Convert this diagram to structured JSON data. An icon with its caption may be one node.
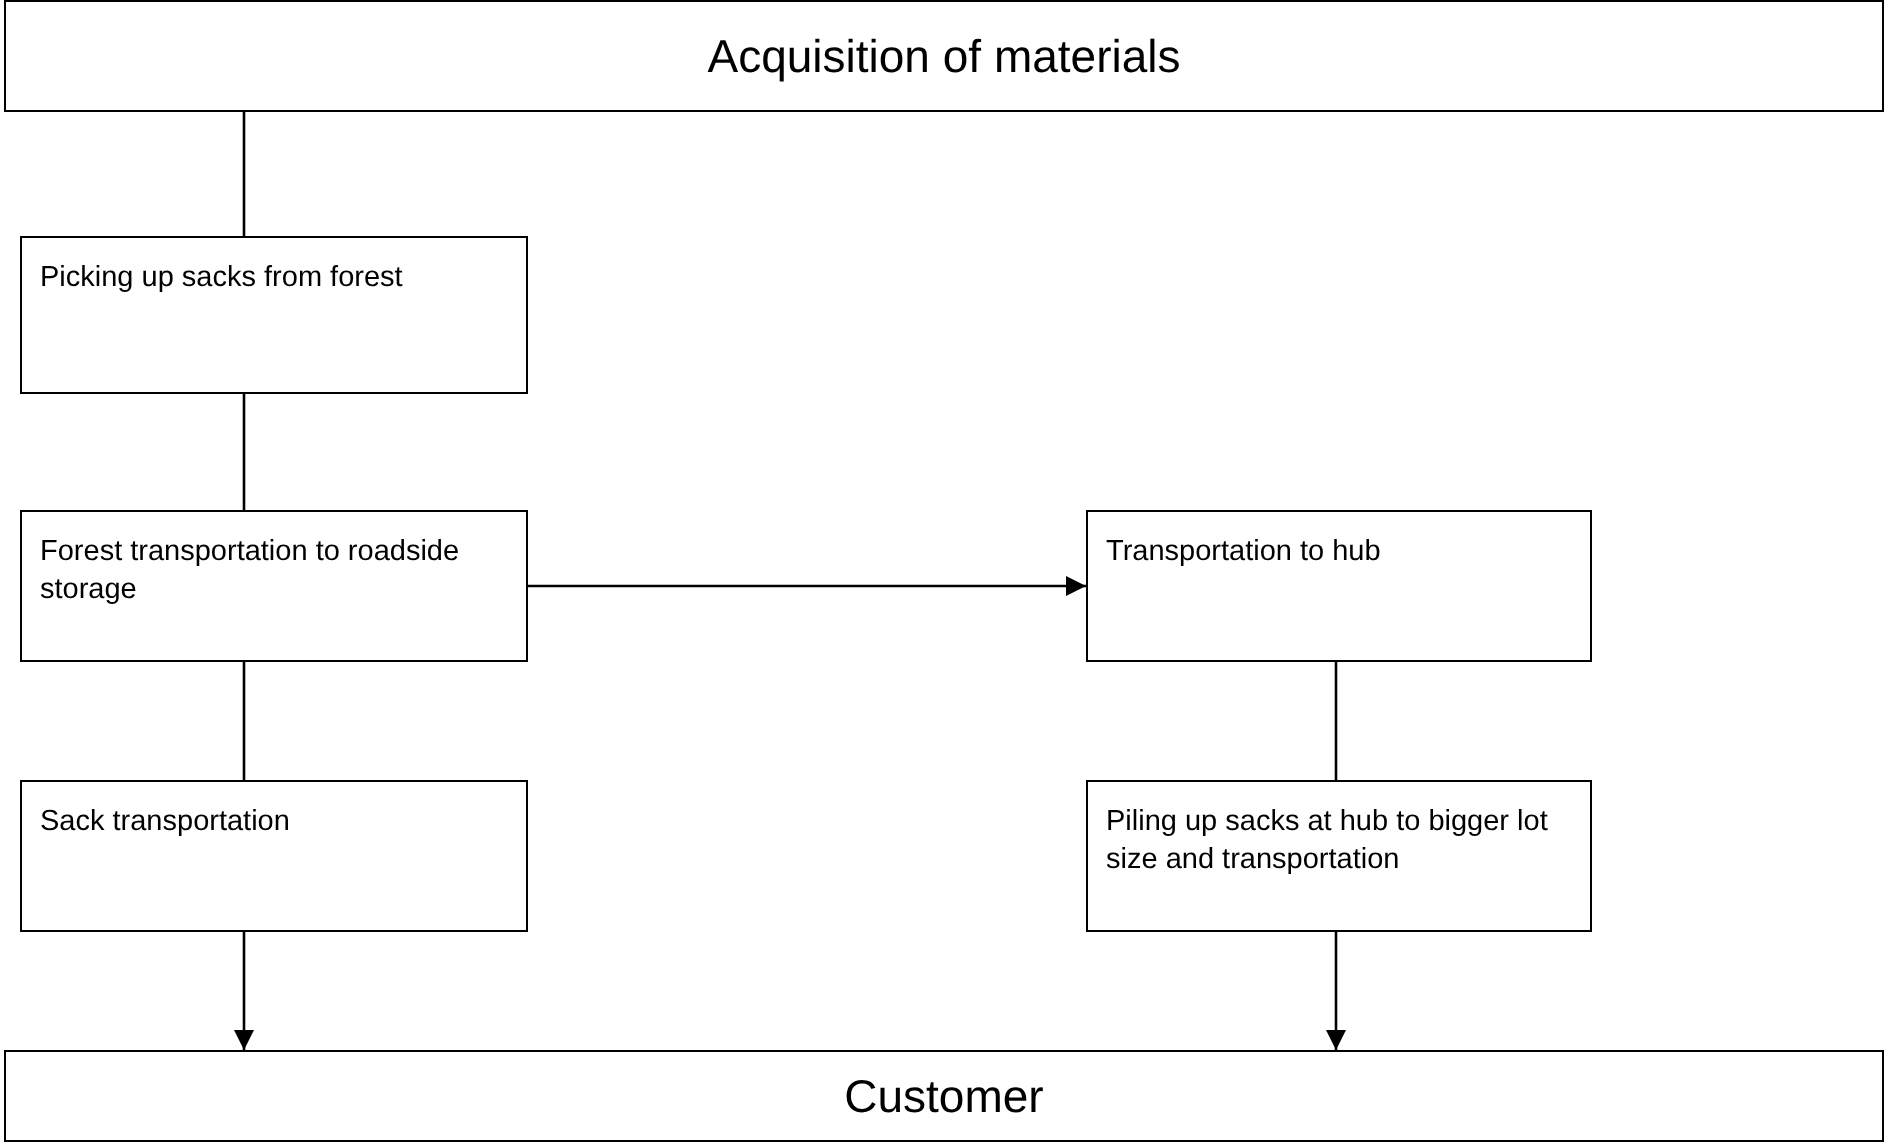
{
  "diagram": {
    "nodes": [
      {
        "text": [
          "Acquisition of materials"
        ]
      },
      {
        "text": [
          "Picking up sacks from forest"
        ]
      },
      {
        "text": [
          "Forest transportation to roadside storage"
        ]
      },
      {
        "text": [
          "Sack transportation"
        ]
      },
      {
        "text": [
          "Transportation to hub"
        ]
      },
      {
        "text": [
          "Piling up sacks at hub to bigger lot size and transportation"
        ]
      },
      {
        "text": [
          "Customer"
        ]
      }
    ],
    "edges": [
      {
        "from": 0,
        "to": 1,
        "arrow": "none"
      },
      {
        "from": 1,
        "to": 2,
        "arrow": "none"
      },
      {
        "from": 2,
        "to": 3,
        "arrow": "none"
      },
      {
        "from": 2,
        "to": 4,
        "arrow": "to"
      },
      {
        "from": 4,
        "to": 5,
        "arrow": "none"
      },
      {
        "from": 3,
        "to": 6,
        "arrow": "to"
      },
      {
        "from": 5,
        "to": 6,
        "arrow": "to"
      }
    ]
  }
}
